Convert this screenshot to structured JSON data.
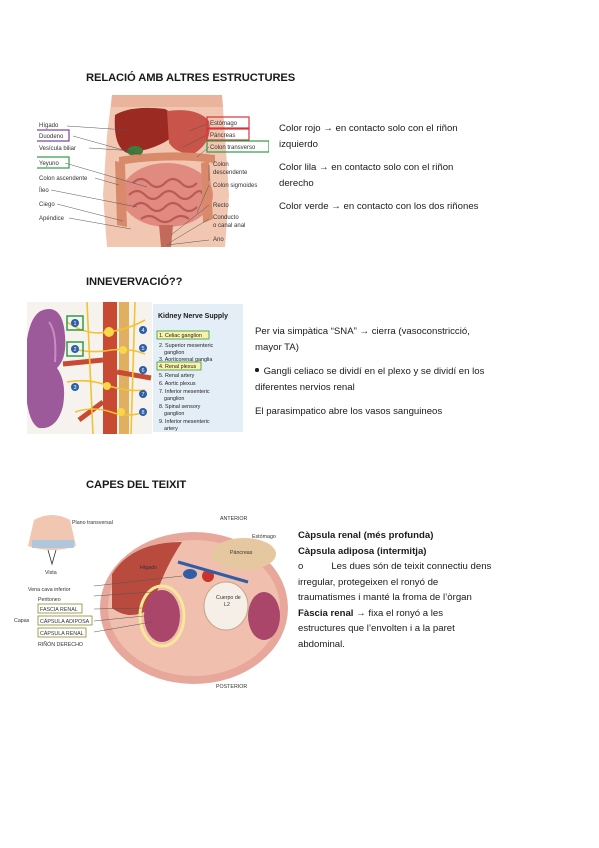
{
  "section1": {
    "title": "RELACIÓ AMB ALTRES ESTRUCTURES",
    "figure_labels_left": [
      "Hígado",
      "Duodeno",
      "Vesícula biliar",
      "Yeyuno",
      "Colon ascendente",
      "Íleo",
      "Ciego",
      "Apéndice"
    ],
    "figure_labels_right": [
      "Estómago",
      "Páncreas",
      "Colon transverso",
      "Colon",
      "descendente",
      "Colon sigmoides",
      "Recto",
      "Conducto",
      "o canal anal",
      "Ano"
    ],
    "box_colors": {
      "red": "#d8343a",
      "purple": "#7b3fa0",
      "green": "#2e9b48"
    },
    "lines": [
      {
        "text": "Color rojo → en contacto solo con el riñon",
        "cont": "izquierdo"
      },
      {
        "text": "Color lila → en contacto solo con el  riñon",
        "cont": "derecho"
      },
      {
        "text": "Color verde → en contacto con los dos riñones"
      }
    ]
  },
  "section2": {
    "title": "INNEVERVACIÓ??",
    "figure": {
      "panel_title": "Kidney Nerve Supply",
      "items": [
        "1. Celiac ganglion",
        "2.  Superior mesenteric",
        "ganglion",
        "3. Aorticorenal ganglia",
        "4. Renal plexus",
        "5. Renal artery",
        "6. Aortic plexus",
        "7. Inferior mesenteric",
        "ganglion",
        "8. Spinal sensory",
        "ganglion",
        "9. Inferior mesenteric",
        "artery"
      ],
      "markers": [
        "1",
        "2",
        "3",
        "4",
        "5",
        "6",
        "7",
        "8"
      ]
    },
    "para1": "Per via simpàtica “SNA” → cierra (vasoconstricció,",
    "para1_cont": "mayor TA)",
    "bullet": "Gangli celiaco  se dividí en el plexo y se dividí en los",
    "bullet_cont": "diferentes nervios renal",
    "para2": "El parasimpatico abre los vasos sanguineos"
  },
  "section3": {
    "title": "CAPES DEL TEIXIT",
    "figure": {
      "plano": "Plano transversal",
      "vista": "Vista",
      "anterior": "ANTERIOR",
      "posterior": "POSTERIOR",
      "estomago": "Estómago",
      "pancreas": "Páncreas",
      "higado": "Hígado",
      "cuerpo": "Cuerpo de",
      "cuerpo2": "L2",
      "vena": "Vena cava inferior",
      "peritoneo": "Peritoneo",
      "capas": "Capas",
      "fascia": "FASCIA RENAL",
      "adiposa": "CÁPSULA ADIPOSA",
      "capsula": "CÁPSULA RENAL",
      "rinon": "RIÑÓN DERECHO"
    },
    "l1": "Càpsula renal (més profunda)",
    "l2": "Càpsula adiposa (intermitja)",
    "l3_marker": "o",
    "l3": "Les dues són de teixit connectiu dens",
    "l4": "irregular, protegeixen el ronyó de",
    "l5": "traumatismes i manté la froma de l’òrgan",
    "l6_bold": "Fàscia renal",
    "l6_arrow": "→",
    "l6": " fixa el ronyó a les",
    "l7": "estructures que l’envolten i a la paret",
    "l8": "abdominal."
  }
}
